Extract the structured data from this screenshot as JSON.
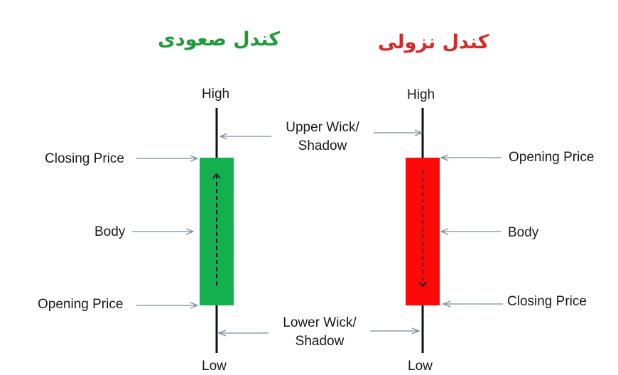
{
  "titles": {
    "bullish": "کندل صعودی",
    "bearish": "کندل نزولی"
  },
  "colors": {
    "bullish_title": "#1f9a3a",
    "bearish_title": "#d42a2a",
    "bullish_body": "#14b04f",
    "bearish_body": "#fc0a0a",
    "wick": "#111111",
    "arrow": "#7a8c9c",
    "direction_arrow": "#222222"
  },
  "bullish": {
    "high": "High",
    "low": "Low",
    "closing_price": "Closing Price",
    "body": "Body",
    "opening_price": "Opening Price"
  },
  "bearish": {
    "high": "High",
    "low": "Low",
    "opening_price": "Opening Price",
    "body": "Body",
    "closing_price": "Closing Price"
  },
  "shared": {
    "upper_wick_line1": "Upper Wick/",
    "upper_wick_line2": "Shadow",
    "lower_wick_line1": "Lower Wick/",
    "lower_wick_line2": "Shadow"
  }
}
